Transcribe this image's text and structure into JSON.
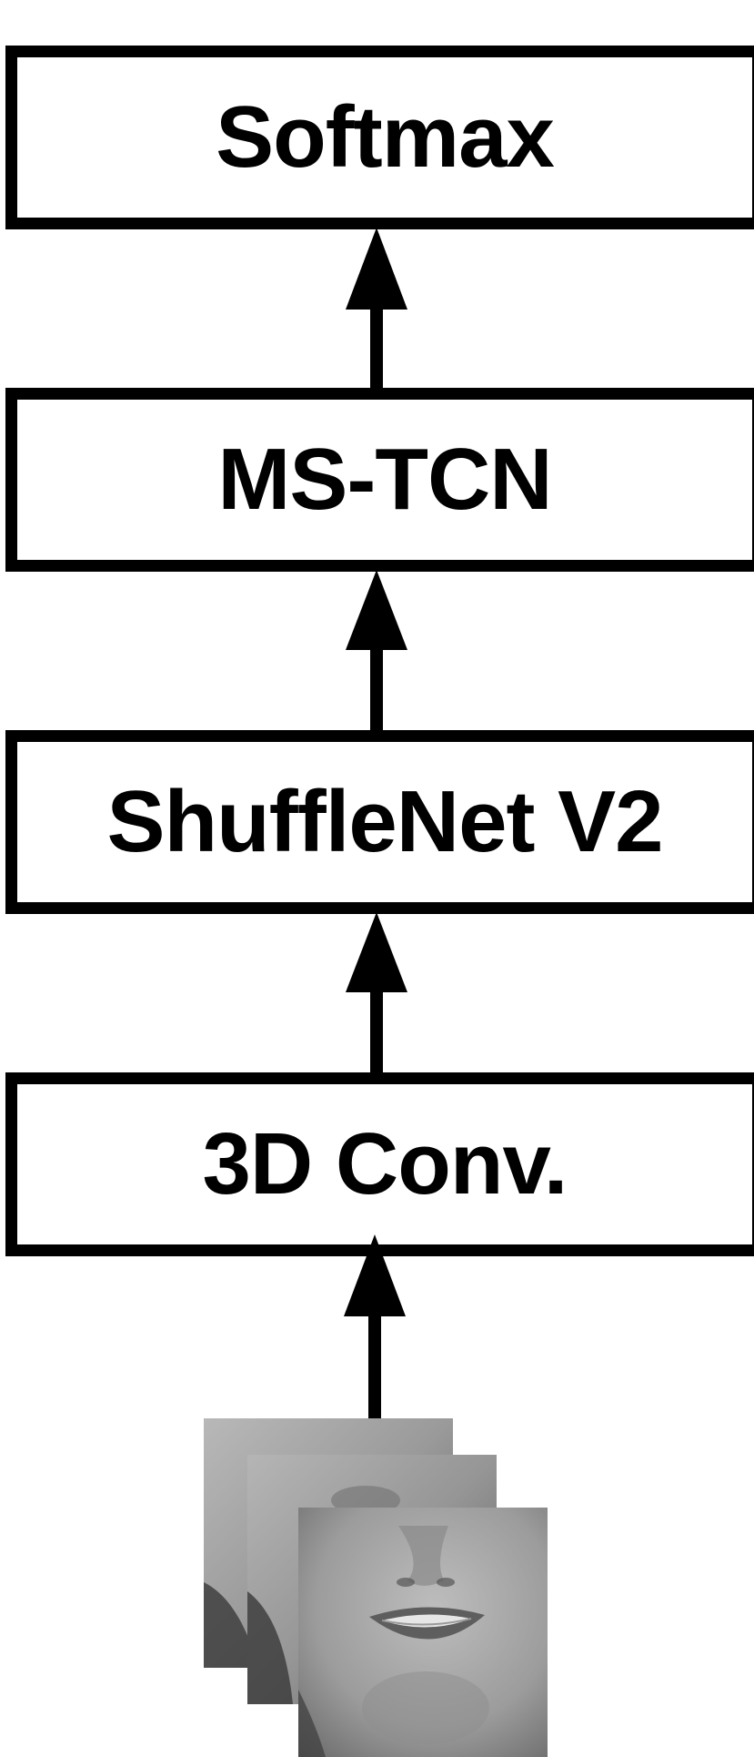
{
  "diagram": {
    "blocks": [
      {
        "id": "softmax",
        "label": "Softmax"
      },
      {
        "id": "ms_tcn",
        "label": "MS-TCN"
      },
      {
        "id": "shufflenet",
        "label": "ShuffleNet V2"
      },
      {
        "id": "conv3d",
        "label": "3D Conv."
      }
    ],
    "edges": [
      {
        "from": "input_frames",
        "to": "conv3d"
      },
      {
        "from": "conv3d",
        "to": "shufflenet"
      },
      {
        "from": "shufflenet",
        "to": "ms_tcn"
      },
      {
        "from": "ms_tcn",
        "to": "softmax"
      }
    ],
    "input": {
      "kind": "stack of grayscale mouth-region video frames",
      "frame_count": 3
    },
    "colors": {
      "stroke": "#000000",
      "background": "#ffffff",
      "frame_tone": "#8a8a8a"
    }
  }
}
